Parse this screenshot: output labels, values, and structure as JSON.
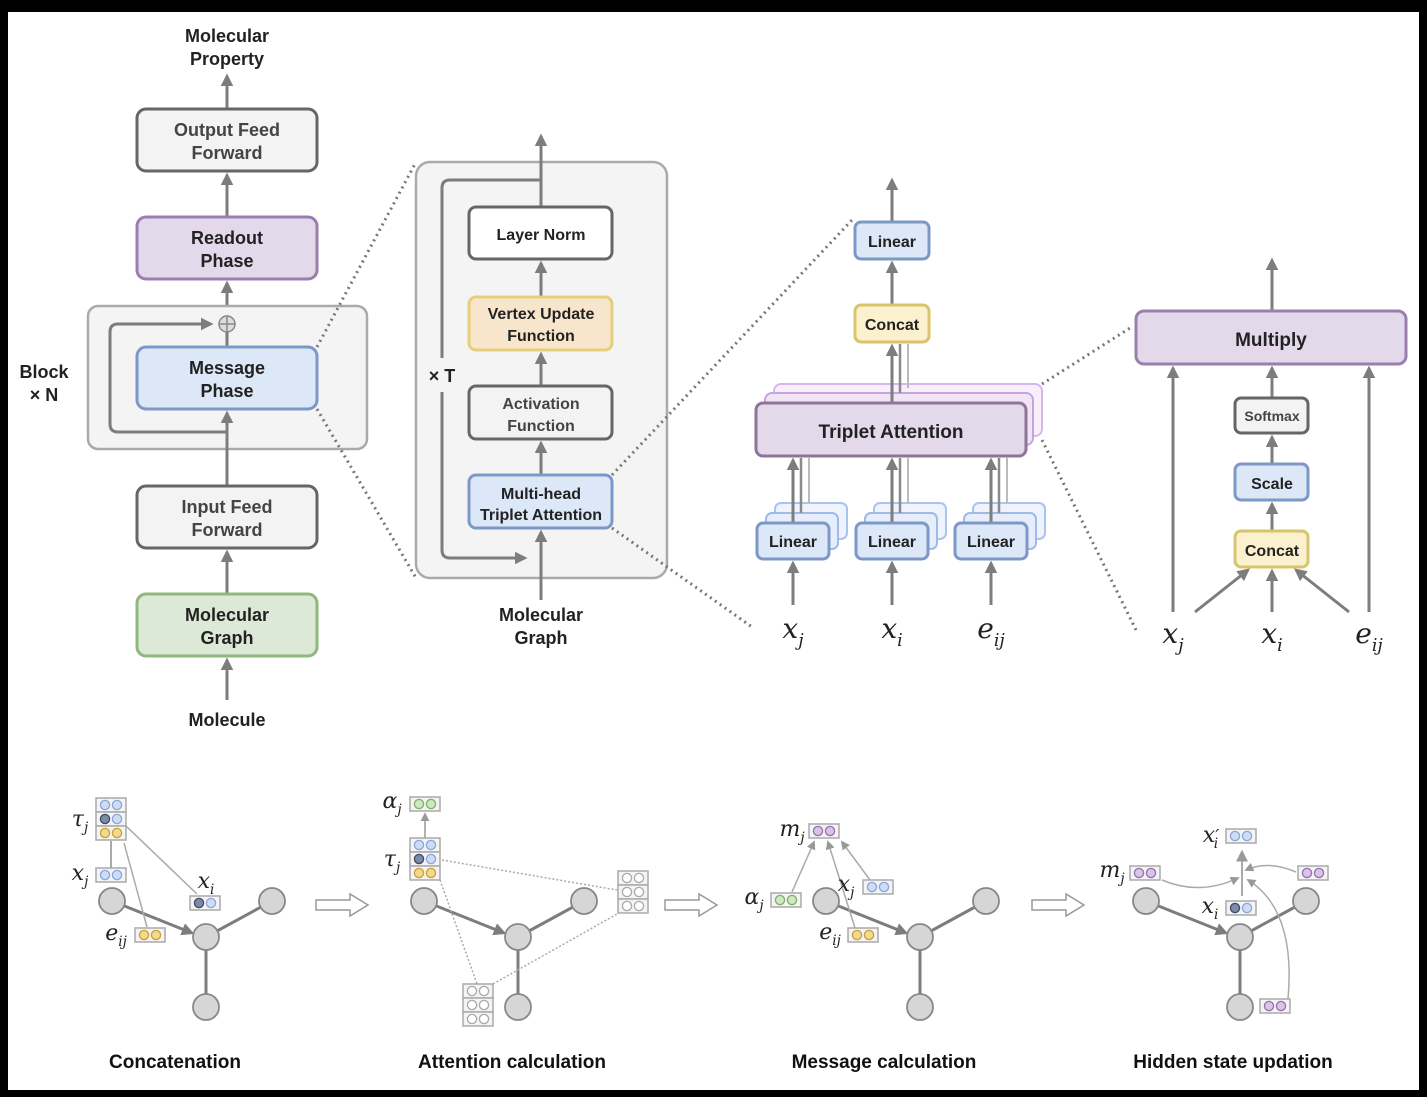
{
  "colors": {
    "gray_fill": "#f3f3f3",
    "gray_stroke": "#666666",
    "purple_fill": "#e4d9ea",
    "purple_stroke": "#9a7fae",
    "blue_fill": "#dce7f7",
    "blue_stroke": "#7d98c7",
    "green_fill": "#dde9d7",
    "green_stroke": "#8fb77f",
    "orange_fill": "#f8e6cc",
    "orange_stroke": "#e6cf7c",
    "yellow_fill": "#fbf1cf",
    "yellow_stroke": "#d8c46a",
    "white_fill": "#ffffff",
    "arrow": "#808080",
    "node": "#d6d6d6"
  },
  "panel1": {
    "top_label": [
      "Molecular",
      "Property"
    ],
    "output_ff": [
      "Output Feed",
      "Forward"
    ],
    "readout": [
      "Readout",
      "Phase"
    ],
    "block_label": [
      "Block",
      "× N"
    ],
    "message": [
      "Message",
      "Phase"
    ],
    "input_ff": [
      "Input Feed",
      "Forward"
    ],
    "mol_graph": [
      "Molecular",
      "Graph"
    ],
    "bottom_label": "Molecule"
  },
  "panel2": {
    "layer_norm": "Layer Norm",
    "vertex_update": [
      "Vertex Update",
      "Function"
    ],
    "repeat_label": "× T",
    "activation": [
      "Activation",
      "Function"
    ],
    "mhta": [
      "Multi-head",
      "Triplet Attention"
    ],
    "bottom_label": [
      "Molecular",
      "Graph"
    ]
  },
  "panel3": {
    "linear_top": "Linear",
    "concat": "Concat",
    "triplet": "Triplet Attention",
    "linear_inputs": [
      "Linear",
      "Linear",
      "Linear"
    ],
    "inputs": [
      {
        "base": "x",
        "sub": "j"
      },
      {
        "base": "x",
        "sub": "i"
      },
      {
        "base": "e",
        "sub": "ij"
      }
    ]
  },
  "panel4": {
    "multiply": "Multiply",
    "softmax": "Softmax",
    "scale": "Scale",
    "concat": "Concat",
    "inputs": [
      {
        "base": "x",
        "sub": "j"
      },
      {
        "base": "x",
        "sub": "i"
      },
      {
        "base": "e",
        "sub": "ij"
      }
    ]
  },
  "steps": [
    {
      "caption": "Concatenation",
      "labels": {
        "tau": "τ",
        "xj": "x",
        "xi": "x",
        "eij": "e"
      }
    },
    {
      "caption": "Attention calculation",
      "labels": {
        "alpha": "α",
        "tau": "τ"
      }
    },
    {
      "caption": "Message calculation",
      "labels": {
        "m": "m",
        "alpha": "α",
        "xj": "x",
        "eij": "e"
      }
    },
    {
      "caption": "Hidden state updation",
      "labels": {
        "xprime": "x",
        "m": "m",
        "xi": "x"
      }
    }
  ]
}
